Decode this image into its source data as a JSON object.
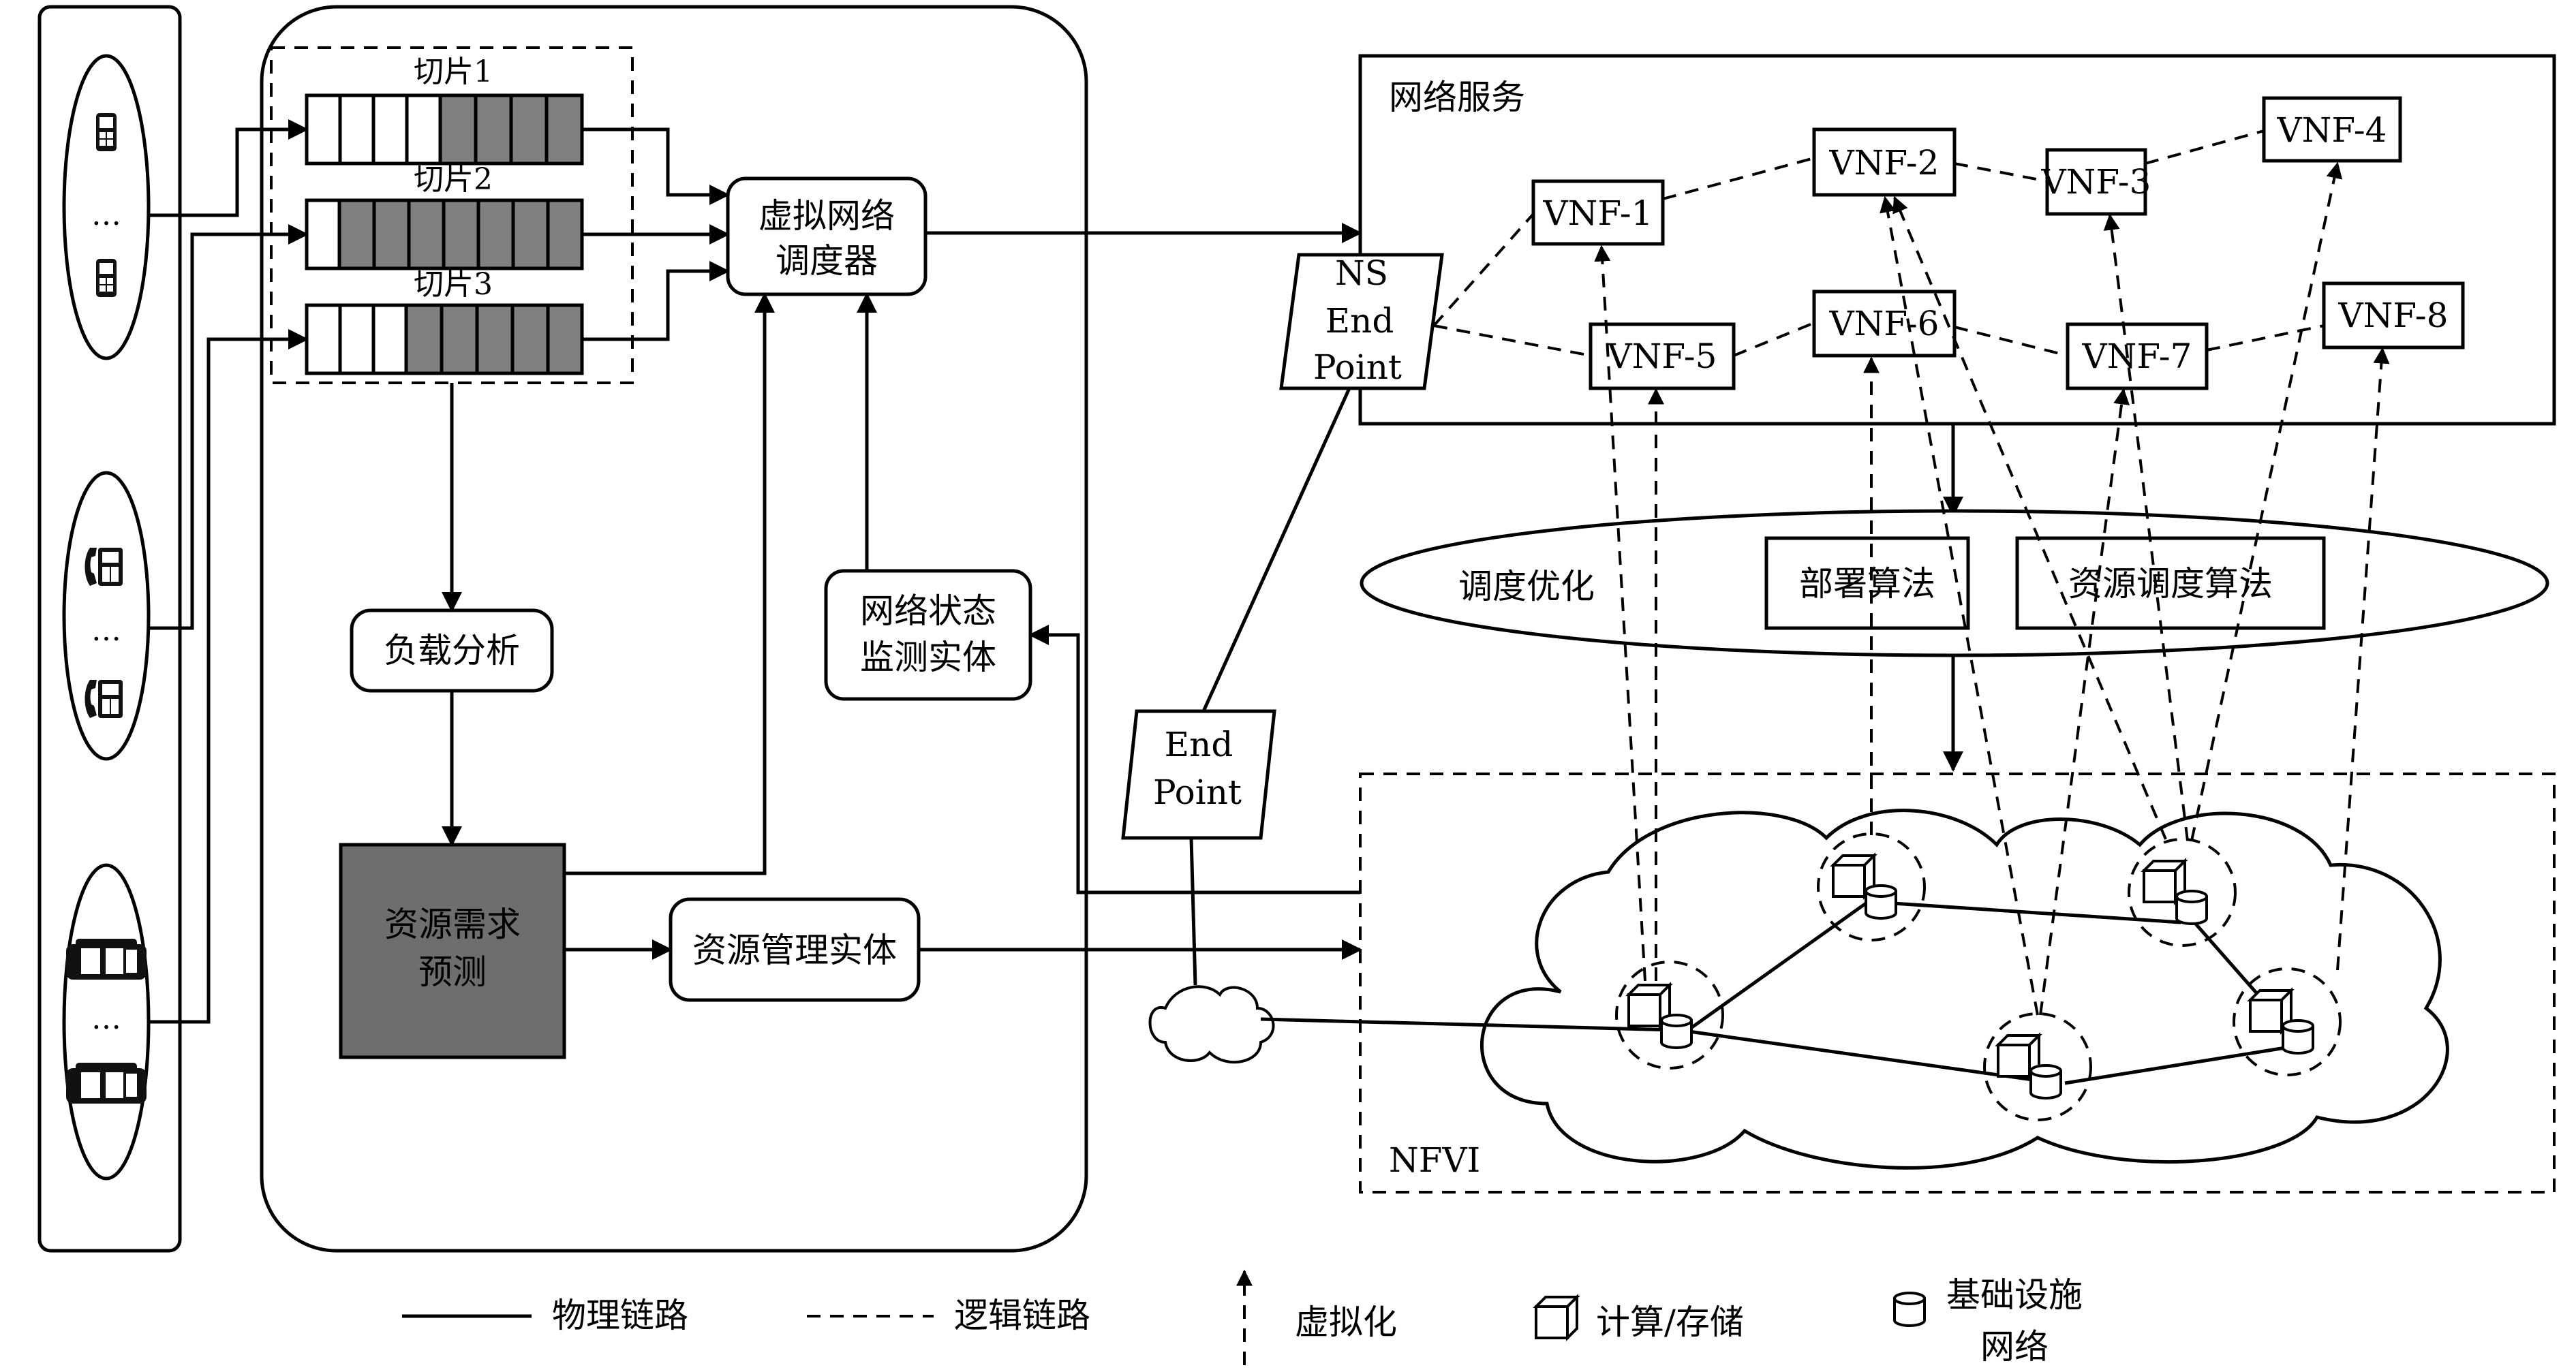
{
  "slices": {
    "s1": "切片1",
    "s2": "切片2",
    "s3": "切片3"
  },
  "ellipsis": "…",
  "scheduler": {
    "line1": "虚拟网络",
    "line2": "调度器"
  },
  "monitor": {
    "line1": "网络状态",
    "line2": "监测实体"
  },
  "load_analysis": "负载分析",
  "resource_prediction": {
    "line1": "资源需求",
    "line2": "预测"
  },
  "resource_manager": "资源管理实体",
  "network_service": {
    "title": "网络服务",
    "ns_endpoint": [
      "NS",
      "End",
      "Point"
    ],
    "vnfs": {
      "v1": "VNF-1",
      "v2": "VNF-2",
      "v3": "VNF-3",
      "v4": "VNF-4",
      "v5": "VNF-5",
      "v6": "VNF-6",
      "v7": "VNF-7",
      "v8": "VNF-8"
    }
  },
  "endpoint": [
    "End",
    "Point"
  ],
  "optimization": {
    "label": "调度优化",
    "deploy": "部署算法",
    "resource_sched": "资源调度算法"
  },
  "nfvi": "NFVI",
  "legend": {
    "physical": "物理链路",
    "logical": "逻辑链路",
    "virtualization": "虚拟化",
    "compute_storage": "计算/存储",
    "infra_line1": "基础设施",
    "infra_line2": "网络"
  }
}
